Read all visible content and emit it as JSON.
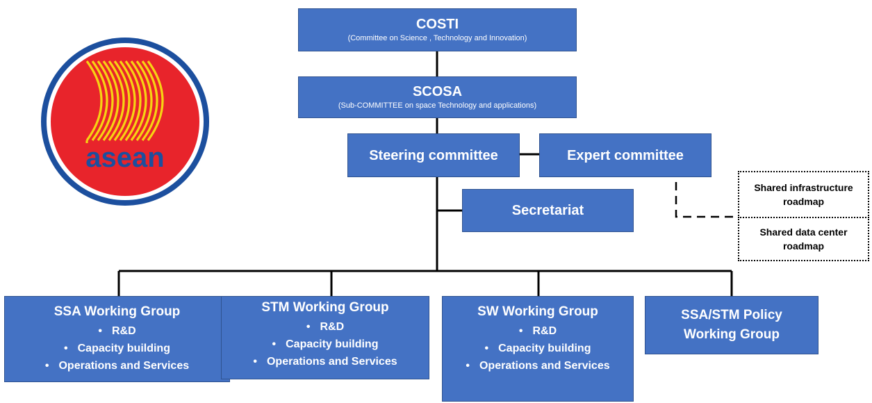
{
  "logo": {
    "text": "asean",
    "colors": {
      "ring": "#1c4f9e",
      "disk": "#e8242b",
      "stalks": "#f6d313",
      "text": "#1c4f9e"
    }
  },
  "nodes": {
    "costi": {
      "title": "COSTI",
      "subtitle": "(Committee on Science , Technology and Innovation)"
    },
    "scosa": {
      "title": "SCOSA",
      "subtitle": "(Sub-COMMITTEE on space Technology and applications)"
    },
    "steering": {
      "title": "Steering committee"
    },
    "expert": {
      "title": "Expert committee"
    },
    "secretariat": {
      "title": "Secretariat"
    },
    "roadmap_infra": {
      "title": "Shared infrastructure roadmap"
    },
    "roadmap_data": {
      "title": "Shared data center roadmap"
    }
  },
  "working_groups": [
    {
      "title": "SSA Working Group",
      "items": [
        "R&D",
        "Capacity building",
        "Operations and Services"
      ]
    },
    {
      "title": "STM Working Group",
      "items": [
        "R&D",
        "Capacity building",
        "Operations and Services"
      ]
    },
    {
      "title": "SW Working Group",
      "items": [
        "R&D",
        "Capacity building",
        "Operations and Services"
      ]
    },
    {
      "title": "SSA/STM Policy Working Group",
      "items": []
    }
  ],
  "colors": {
    "box_fill": "#4472c4",
    "box_border": "#2f528f",
    "box_text": "#ffffff",
    "line": "#000000"
  }
}
